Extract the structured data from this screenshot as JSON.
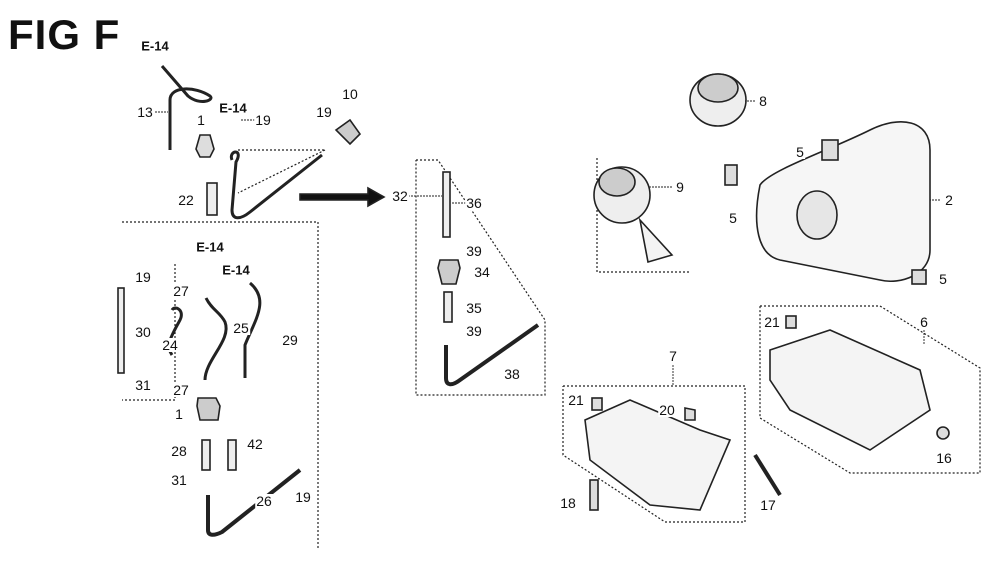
{
  "title": "FIG F",
  "ref_label": "E-14",
  "callouts": {
    "c13": "13",
    "c1a": "1",
    "c22": "22",
    "c19a": "19",
    "c19b": "19",
    "c10": "10",
    "c32": "32",
    "c36": "36",
    "c39a": "39",
    "c34": "34",
    "c35": "35",
    "c39b": "39",
    "c38": "38",
    "c8": "8",
    "c9": "9",
    "c5a": "5",
    "c5b": "5",
    "c2": "2",
    "c5c": "5",
    "c6": "6",
    "c21a": "21",
    "c16": "16",
    "c7": "7",
    "c21b": "21",
    "c20": "20",
    "c18": "18",
    "c17": "17",
    "c19c": "19",
    "c27a": "27",
    "c30": "30",
    "c25": "25",
    "c29": "29",
    "c24": "24",
    "c31a": "31",
    "c27b": "27",
    "c1b": "1",
    "c28": "28",
    "c42": "42",
    "c31b": "31",
    "c19d": "19",
    "c26": "26"
  }
}
